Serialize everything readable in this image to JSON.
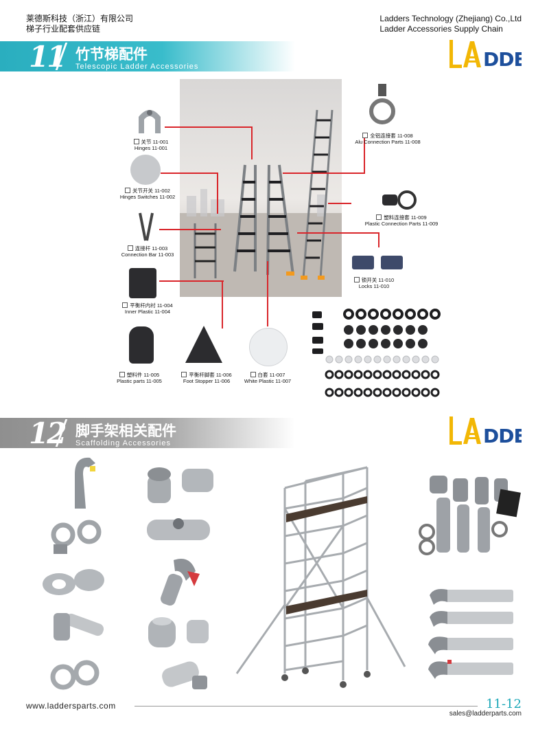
{
  "header": {
    "company_cn": "莱德斯科技（浙江）有限公司",
    "tagline_cn": "梯子行业配套供应链",
    "company_en": "Ladders Technology (Zhejiang) Co.,Ltd",
    "tagline_en": "Ladder Accessories Supply Chain"
  },
  "logo_text": "LADDERS",
  "sections": [
    {
      "num": "11",
      "title_cn": "竹节梯配件",
      "title_en": "Telescopic Ladder Accessories",
      "color": "#28b0c0"
    },
    {
      "num": "12",
      "title_cn": "脚手架相关配件",
      "title_en": "Scaffolding Accessories",
      "color": "#9a9a9a"
    }
  ],
  "parts": [
    {
      "cn": "关节 11-001",
      "en": "Hinges 11-001"
    },
    {
      "cn": "关节开关 11-002",
      "en": "Hinges Switches 11-002"
    },
    {
      "cn": "连接杆 11-003",
      "en": "Connection Bar 11-003"
    },
    {
      "cn": "平衡杆内衬 11-004",
      "en": "Inner Plastic 11-004"
    },
    {
      "cn": "塑料件 11-005",
      "en": "Plastic parts 11-005"
    },
    {
      "cn": "平衡杆脚套 11-006",
      "en": "Foot Stopper 11-006"
    },
    {
      "cn": "白套 11-007",
      "en": "White Plastic 11-007"
    },
    {
      "cn": "全铝连接套 11-008",
      "en": "Alu Connection Parts 11-008"
    },
    {
      "cn": "塑料连接套 11-009",
      "en": "Plastic Connection Parts 11-009"
    },
    {
      "cn": "锁开关 11-010",
      "en": "Locks 11-010"
    }
  ],
  "footer": {
    "website": "www.laddersparts.com",
    "page": "11-12",
    "email": "sales@ladderparts.com"
  },
  "colors": {
    "accent_teal": "#28b0c0",
    "logo_yellow": "#f2b705",
    "logo_blue": "#1d4f9c",
    "leader_red": "#d9252a"
  }
}
